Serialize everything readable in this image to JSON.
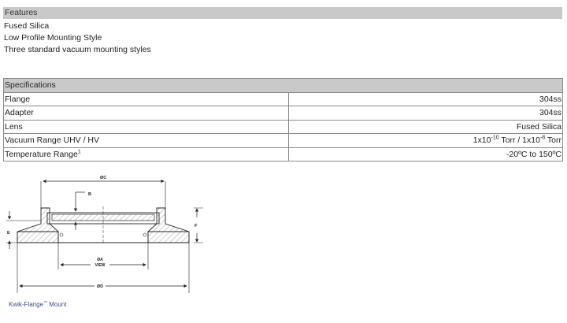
{
  "features": {
    "header": "Features",
    "items": [
      "Fused Silica",
      "Low Profile Mounting Style",
      "Three standard vacuum mounting styles"
    ]
  },
  "specifications": {
    "header": "Specifications",
    "rows": [
      {
        "label": "Flange",
        "value": "304ss"
      },
      {
        "label": "Adapter",
        "value": "304ss"
      },
      {
        "label": "Lens",
        "value": "Fused Silica"
      },
      {
        "label": "Vacuum Range UHV / HV",
        "value_parts": {
          "a": "1x10",
          "a_exp": "-10",
          "b": " Torr / 1x10",
          "b_exp": "-8",
          "c": " Torr"
        }
      },
      {
        "label": "Temperature Range",
        "label_sup": "1",
        "value": "-20ºC to 150ºC"
      }
    ]
  },
  "diagram": {
    "labels": {
      "oc": "ØC",
      "b": "B",
      "e": "E",
      "f": "F",
      "oa_1": "ØA",
      "oa_2": "VIEW",
      "od": "ØD"
    },
    "caption": {
      "text": "Kwik-Flange",
      "tm": "™",
      "suffix": " Mount"
    }
  }
}
